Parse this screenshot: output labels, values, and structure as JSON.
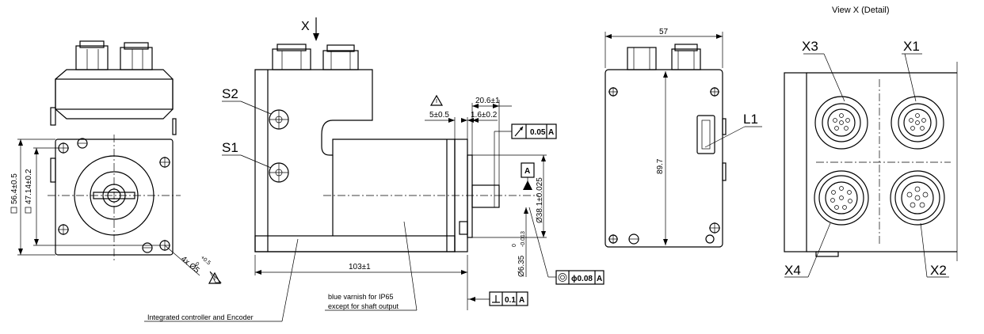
{
  "view_title": "View X   (Detail)",
  "view_arrow_label": "X",
  "labels": {
    "s1": "S1",
    "s2": "S2",
    "l1": "L1",
    "x1": "X1",
    "x2": "X2",
    "x3": "X3",
    "x4": "X4"
  },
  "dimensions": {
    "sq_outer": "56.4±0.5",
    "sq_bolt": "47.14±0.2",
    "holes": "4x Ø5",
    "holes_tol_upper": "+0.5",
    "holes_tol_lower": "0",
    "length": "103±1",
    "shaft_len": "20.6±1",
    "shoulder": "1.6±0.2",
    "flange": "5±0.5",
    "pilot_dia": "Ø38.1±0.025",
    "shaft_dia": "Ø6.35",
    "shaft_tol_upper": "0",
    "shaft_tol_lower": "-0.013",
    "width": "57",
    "height": "89.7"
  },
  "tolerances": {
    "runout_value": "0.05",
    "runout_datum": "A",
    "concentricity_value": "ϕ0.08",
    "concentricity_datum": "A",
    "perpendicularity_value": "0.1",
    "perpendicularity_datum": "A",
    "datum_label": "A"
  },
  "notes": {
    "controller": "Integrated controller and Encoder",
    "varnish_line1": "blue varnish for IP65",
    "varnish_line2": "except for shaft output"
  }
}
